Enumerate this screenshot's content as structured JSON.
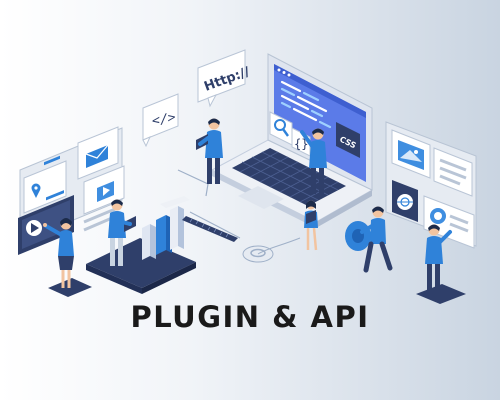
{
  "headline": "PLUGIN & API",
  "http_badge": "Http://",
  "css_badge": "CSS",
  "colors": {
    "primary_blue": "#2f82d9",
    "navy": "#2f3f6a",
    "screen_blue": "#5b7be8",
    "panel_gray": "#eef1f6",
    "hair": "#1c2b4a",
    "skin": "#f2c4a0"
  },
  "icons": [
    "code-icon",
    "envelope-icon",
    "play-icon",
    "location-pin-icon",
    "magnifier-icon",
    "braces-icon",
    "image-icon",
    "globe-icon",
    "gear-icon"
  ]
}
